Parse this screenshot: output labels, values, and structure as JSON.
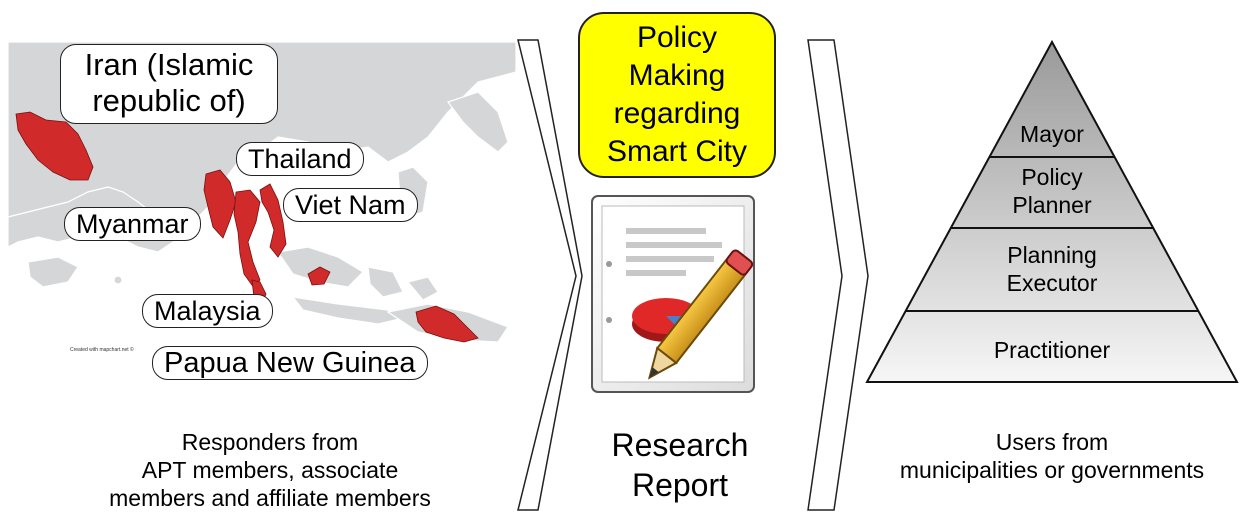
{
  "colors": {
    "highlight": "#ffff00",
    "country_fill": "#d02a2a",
    "map_land": "#d4d6d8",
    "pyramid_top": "#a8a8a8",
    "pyramid_bottom": "#f4f4f4"
  },
  "map": {
    "country_labels": {
      "iran": "Iran (Islamic republic of)",
      "iran_line1": "Iran (Islamic",
      "iran_line2": "republic of)",
      "thailand": "Thailand",
      "vietnam": "Viet Nam",
      "myanmar": "Myanmar",
      "malaysia": "Malaysia",
      "png": "Papua New Guinea"
    },
    "credit": "Created with mapchart.net ©"
  },
  "left_caption": {
    "line1": "Responders from",
    "line2": "APT members, associate",
    "line3": "members and affiliate members"
  },
  "policy_box": {
    "line1": "Policy",
    "line2": "Making",
    "line3": "regarding",
    "line4": "Smart City"
  },
  "report": {
    "line1": "Research",
    "line2": "Report",
    "icon": "report-document-pencil-icon"
  },
  "pyramid": {
    "levels": [
      {
        "line1": "Mayor",
        "line2": ""
      },
      {
        "line1": "Policy",
        "line2": "Planner"
      },
      {
        "line1": "Planning",
        "line2": "Executor"
      },
      {
        "line1": "Practitioner",
        "line2": ""
      }
    ]
  },
  "right_caption": {
    "line1": "Users from",
    "line2": "municipalities or governments"
  }
}
